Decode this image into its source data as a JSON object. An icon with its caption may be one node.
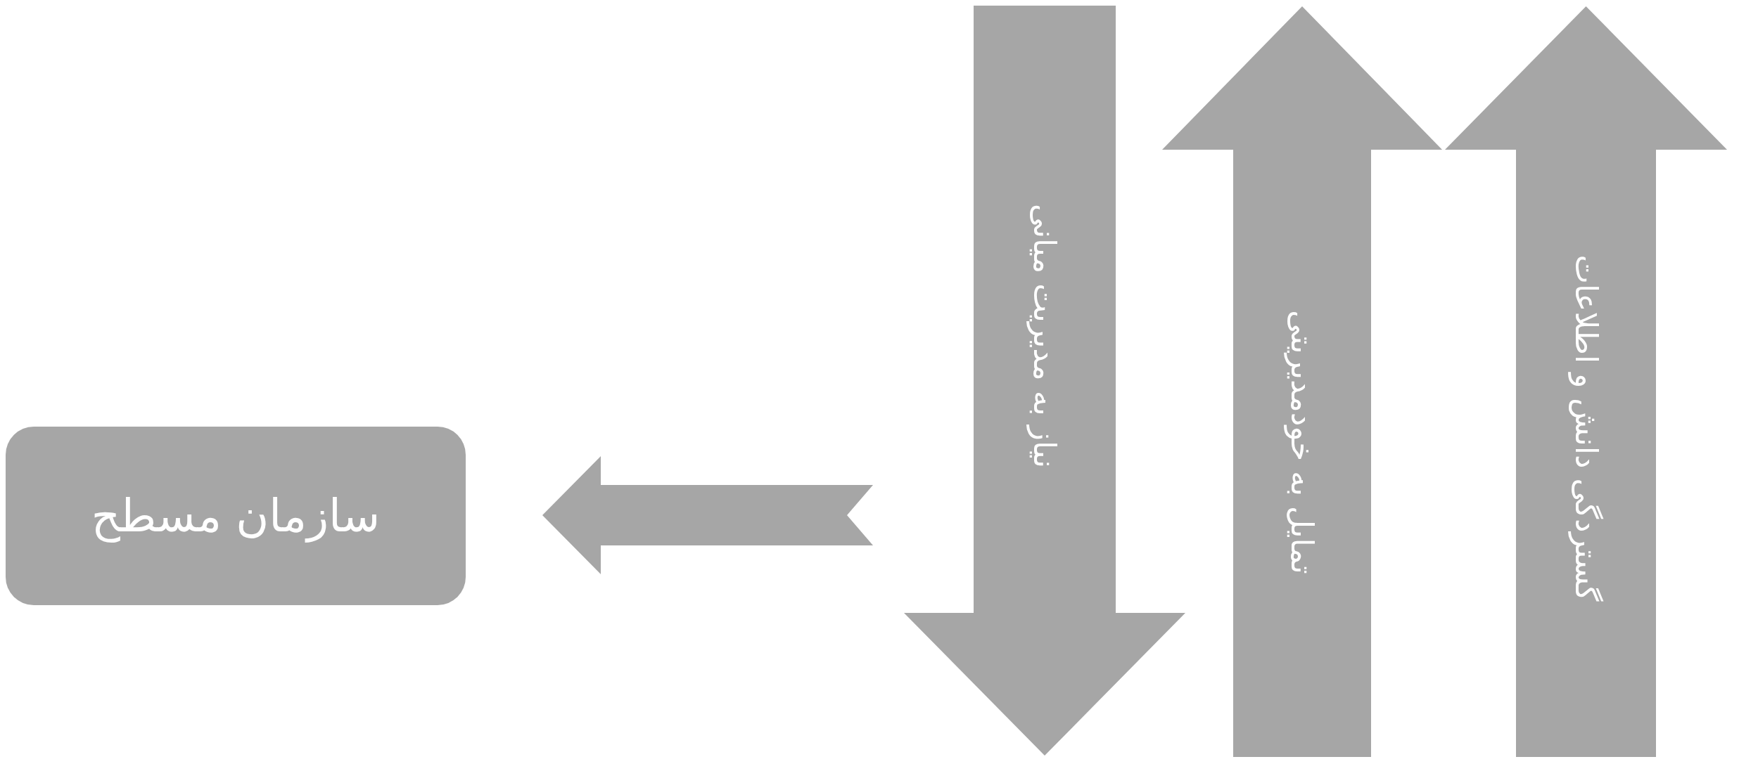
{
  "diagram": {
    "nodes": [
      {
        "text": [
          "نیاز به مدیریت میانی"
        ]
      },
      {
        "text": [
          "تمایل به خودمدیریتی"
        ]
      },
      {
        "text": [
          "گستردگی دانش و اطلاعات"
        ]
      },
      {
        "text": [
          "سازمان مسطح"
        ]
      }
    ],
    "edges": [
      {
        "from": 0,
        "to": 3,
        "arrow": "to",
        "style": "thick"
      }
    ]
  }
}
